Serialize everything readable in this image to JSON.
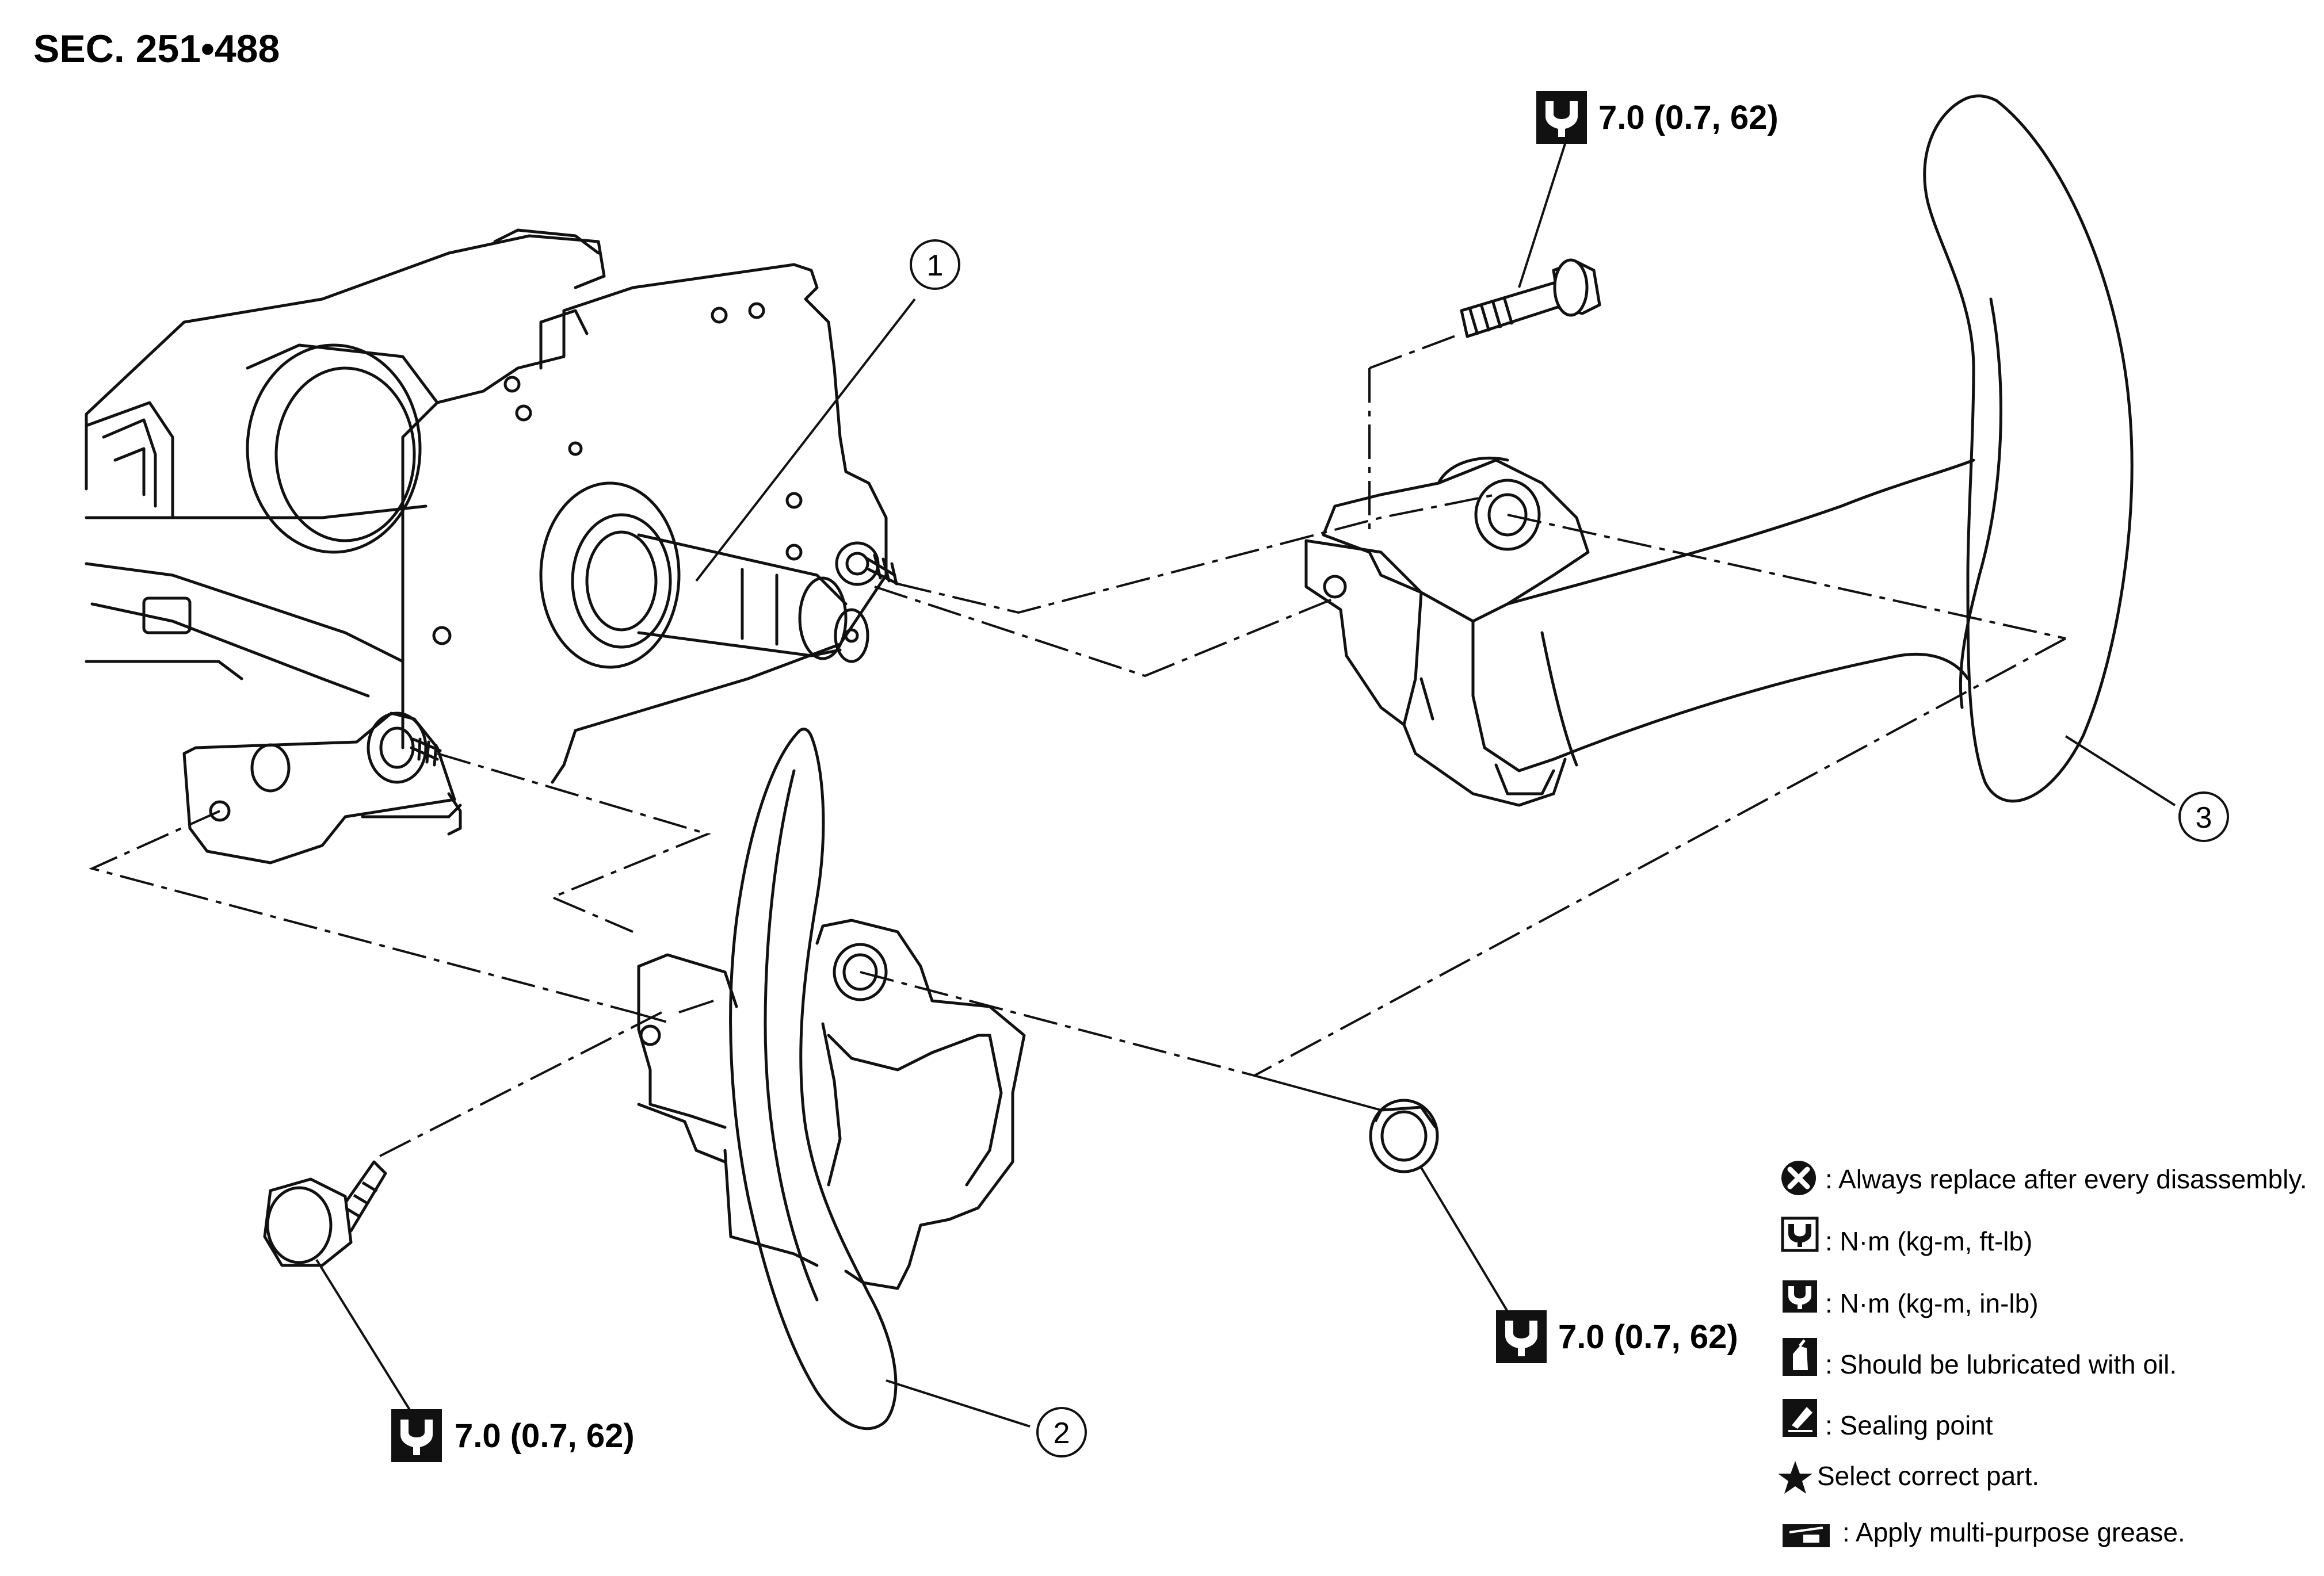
{
  "section_code": "SEC. 251•488",
  "callouts": [
    {
      "number": "1"
    },
    {
      "number": "2"
    },
    {
      "number": "3"
    }
  ],
  "torque_specs": [
    {
      "value": "7.0 (0.7, 62)",
      "icon": "torque-in-lb-icon"
    },
    {
      "value": "7.0 (0.7, 62)",
      "icon": "torque-in-lb-icon"
    },
    {
      "value": "7.0 (0.7, 62)",
      "icon": "torque-in-lb-icon"
    }
  ],
  "legend": [
    {
      "icon": "always-replace-icon",
      "text": ": Always replace after every disassembly."
    },
    {
      "icon": "torque-ft-lb-icon",
      "text": ": N·m (kg-m, ft-lb)"
    },
    {
      "icon": "torque-in-lb-icon",
      "text": ": N·m (kg-m, in-lb)"
    },
    {
      "icon": "oil-can-icon",
      "text": ": Should be lubricated with oil."
    },
    {
      "icon": "sealing-point-icon",
      "text": ": Sealing point"
    },
    {
      "icon": "star-icon",
      "text": "Select correct part."
    },
    {
      "icon": "grease-icon",
      "text": ": Apply multi-purpose grease."
    }
  ]
}
